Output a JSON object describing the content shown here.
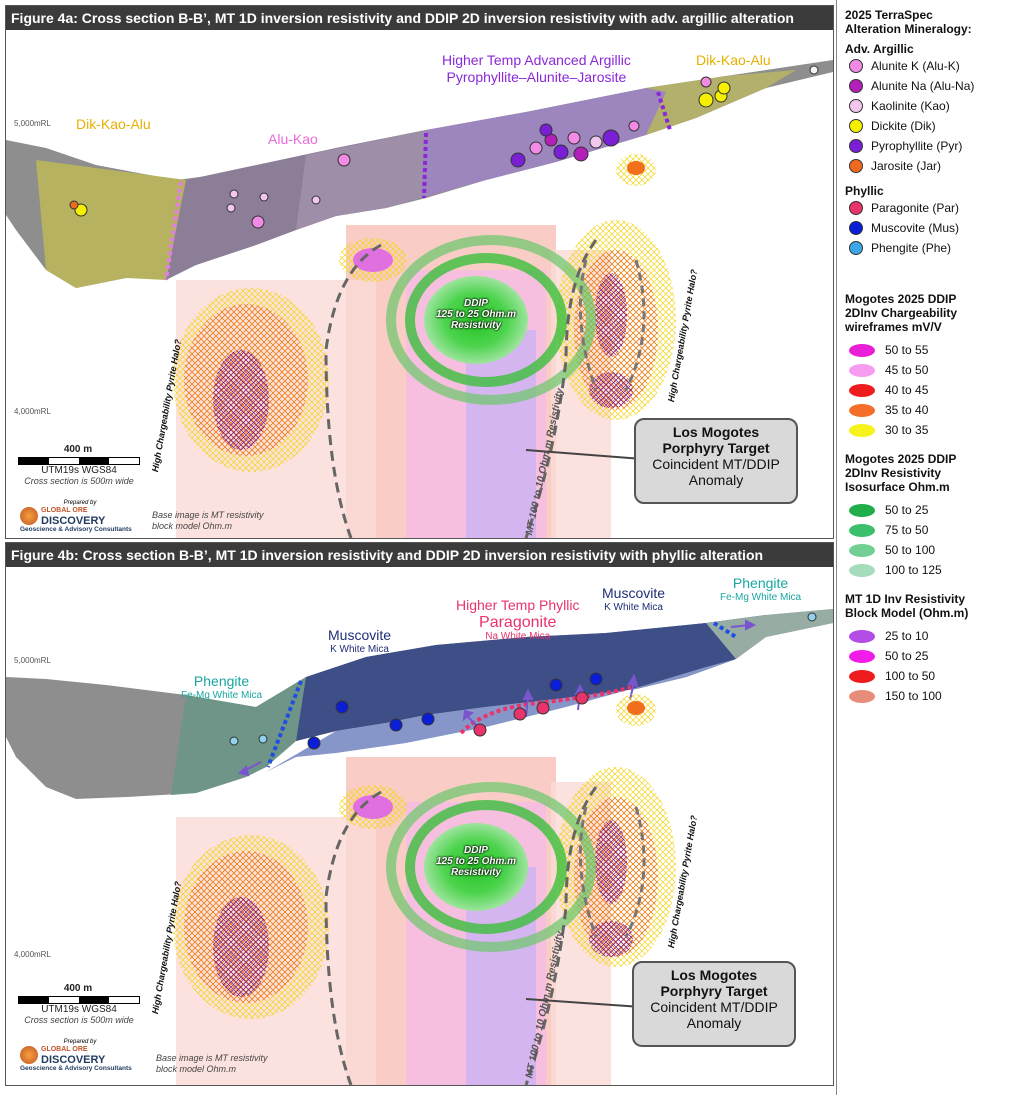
{
  "panel_a": {
    "title": "Figure 4a: Cross section B-B’, MT 1D inversion resistivity and DDIP 2D inversion resistivity with adv.  argillic alteration",
    "elev_top": "5,000mRL",
    "elev_bottom": "4,000mRL",
    "zones": {
      "dik_kao_alu_left": "Dik-Kao-Alu",
      "alu_kao": "Alu-Kao",
      "higher_temp_line1": "Higher Temp Advanced Argillic",
      "higher_temp_line2": "Pyrophyllite–Alunite–Jarosite",
      "dik_kao_alu_right": "Dik-Kao-Alu"
    }
  },
  "panel_b": {
    "title": "Figure 4b: Cross section B-B’, MT 1D inversion resistivity and DDIP 2D inversion resistivity with phyllic alteration",
    "elev_top": "5,000mRL",
    "elev_bottom": "4,000mRL",
    "zones": {
      "phengite_left": "Phengite",
      "phengite_left_sub": "Fe-Mg White Mica",
      "muscovite_left": "Muscovite",
      "muscovite_left_sub": "K White Mica",
      "higher_temp_phyllic": "Higher Temp Phyllic",
      "paragonite": "Paragonite",
      "paragonite_sub": "Na White Mica",
      "muscovite_right": "Muscovite",
      "muscovite_right_sub": "K White Mica",
      "phengite_right": "Phengite",
      "phengite_right_sub": "Fe-Mg White Mica"
    }
  },
  "shared": {
    "halo_label": "High Chargeability Pyrite Halo?",
    "ddip_line1": "DDIP",
    "ddip_line2": "125 to 25 Ohm.m",
    "ddip_line3": "Resistivity",
    "mt_label": "MT 100 to 10 Ohm.m Resistivity",
    "callout_line1": "Los Mogotes",
    "callout_line2": "Porphyry Target",
    "callout_line3": "Coincident MT/DDIP",
    "callout_line4": "Anomaly",
    "scale_label": "400 m",
    "utm": "UTM19s WGS84",
    "section_width": "Cross section is 500m wide",
    "logo_prepared": "Prepared by",
    "logo_top": "GLOBAL ORE",
    "logo_name": "DISCOVERY",
    "logo_sub": "Geoscience & Advisory Consultants",
    "base_note_1": "Base image is MT resistivity",
    "base_note_2": "block model Ohm.m"
  },
  "legend": {
    "title1": "2025 TerraSpec",
    "title2": "Alteration Mineralogy:",
    "adv_argillic": "Adv. Argillic",
    "minerals": [
      {
        "label": "Alunite K (Alu-K)",
        "color": "#f28ae6"
      },
      {
        "label": "Alunite Na (Alu-Na)",
        "color": "#b31fb8"
      },
      {
        "label": "Kaolinite (Kao)",
        "color": "#f3c6f0"
      },
      {
        "label": "Dickite (Dik)",
        "color": "#f6f000"
      },
      {
        "label": "Pyrophyllite (Pyr)",
        "color": "#7a1fd6"
      },
      {
        "label": "Jarosite (Jar)",
        "color": "#ee6a1f"
      }
    ],
    "phyllic": "Phyllic",
    "phyllic_minerals": [
      {
        "label": "Paragonite (Par)",
        "color": "#e8336b"
      },
      {
        "label": "Muscovite (Mus)",
        "color": "#0a1ed8"
      },
      {
        "label": "Phengite (Phe)",
        "color": "#3aa8e8"
      }
    ],
    "charge_title1": "Mogotes 2025 DDIP",
    "charge_title2": "2DInv Chargeability",
    "charge_title3": "wireframes mV/V",
    "chargeability": [
      {
        "label": "50 to 55",
        "color": "#e81fd6"
      },
      {
        "label": "45 to 50",
        "color": "#f59cf0"
      },
      {
        "label": "40 to 45",
        "color": "#ee1c1c"
      },
      {
        "label": "35 to 40",
        "color": "#f46e2a"
      },
      {
        "label": "30 to 35",
        "color": "#f6f21c"
      }
    ],
    "res_title1": "Mogotes 2025 DDIP",
    "res_title2": "2DInv Resistivity",
    "res_title3": "Isosurface Ohm.m",
    "resistivity": [
      {
        "label": "50 to 25",
        "color": "#1fae4a"
      },
      {
        "label": "75 to 50",
        "color": "#3cbf6a"
      },
      {
        "label": "50 to 100",
        "color": "#72cf94"
      },
      {
        "label": "100 to 125",
        "color": "#a5dcbc"
      }
    ],
    "mt_title1": "MT 1D Inv Resistivity",
    "mt_title2": "Block Model (Ohm.m)",
    "mt": [
      {
        "label": "25 to 10",
        "color": "#b44ce6"
      },
      {
        "label": "50 to 25",
        "color": "#f21ce8"
      },
      {
        "label": "100 to 50",
        "color": "#ee1c1c"
      },
      {
        "label": "150 to 100",
        "color": "#e88c7a"
      }
    ]
  }
}
